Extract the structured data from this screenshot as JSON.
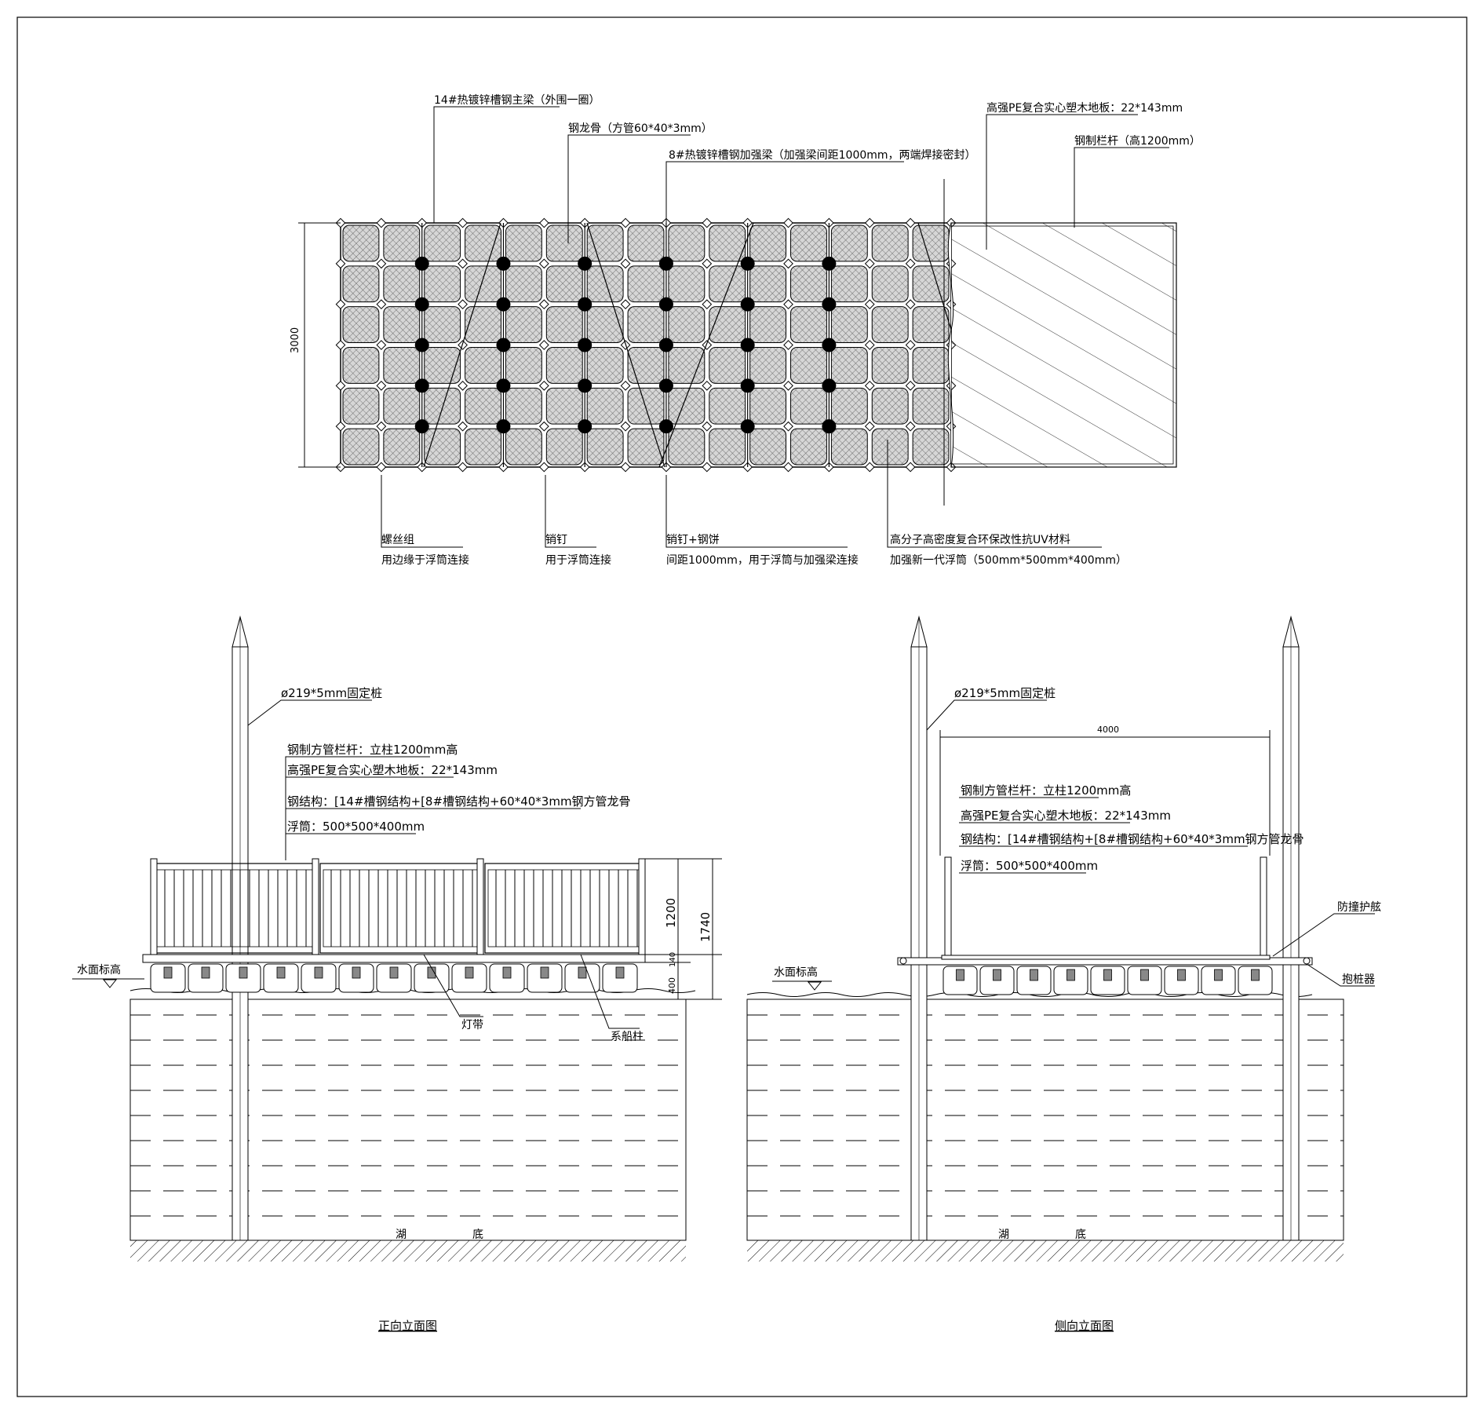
{
  "plan": {
    "dim_height": "3000",
    "labels": {
      "main_beam": "14#热镀锌槽钢主梁（外围一圈）",
      "keel": "钢龙骨（方管60*40*3mm）",
      "reinforce_beam": "8#热镀锌槽钢加强梁（加强梁间距1000mm，两端焊接密封）",
      "decking": "高强PE复合实心塑木地板：22*143mm",
      "railing": "钢制栏杆（高1200mm）",
      "bolt_a": "螺丝组",
      "bolt_b": "用边缘于浮筒连接",
      "pin_a": "销钉",
      "pin_b": "用于浮筒连接",
      "pin_plate_a": "销钉+钢饼",
      "pin_plate_b": "间距1000mm，用于浮筒与加强梁连接",
      "float_a": "高分子高密度复合环保改性抗UV材料",
      "float_b": "加强新一代浮筒（500mm*500mm*400mm）"
    }
  },
  "front": {
    "pile": "ø219*5mm固定桩",
    "spec1": "钢制方管栏杆：立柱1200mm高",
    "spec2": "高强PE复合实心塑木地板：22*143mm",
    "spec3": "钢结构：[14#槽钢结构+[8#槽钢结构+60*40*3mm钢方管龙骨",
    "spec4": "浮筒：500*500*400mm",
    "dim_rail": "1200",
    "dim_total": "1740",
    "dim_deck": "140",
    "dim_float": "400",
    "water": "水面标高",
    "light": "灯带",
    "bollard": "系船柱",
    "bottom_a": "湖",
    "bottom_b": "底",
    "title": "正向立面图"
  },
  "side": {
    "pile": "ø219*5mm固定桩",
    "dim_width": "4000",
    "spec1": "钢制方管栏杆：立柱1200mm高",
    "spec2": "高强PE复合实心塑木地板：22*143mm",
    "spec3": "钢结构：[14#槽钢结构+[8#槽钢结构+60*40*3mm钢方管龙骨",
    "spec4": "浮筒：500*500*400mm",
    "bumper": "防撞护舷",
    "hoop": "抱桩器",
    "water": "水面标高",
    "bottom_a": "湖",
    "bottom_b": "底",
    "title": "侧向立面图"
  }
}
